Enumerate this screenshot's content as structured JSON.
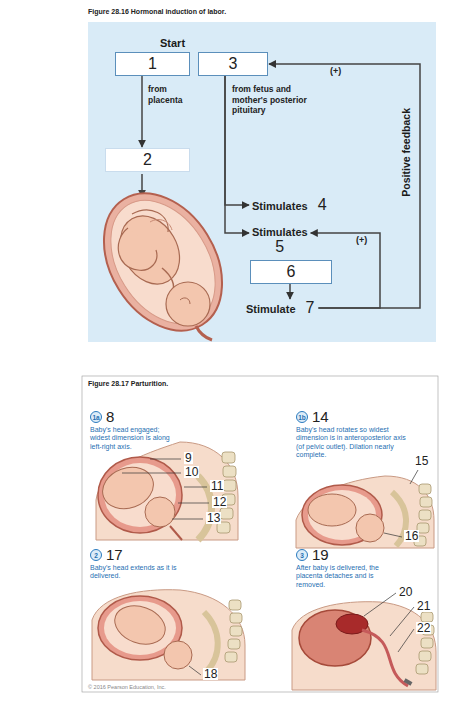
{
  "diagram": {
    "nodes": [
      {
        "text": [
          "1"
        ]
      },
      {
        "text": [
          "3"
        ]
      },
      {
        "text": [
          "2"
        ]
      },
      {
        "text": [
          "Stimulates",
          "4"
        ]
      },
      {
        "text": [
          "Stimulates",
          "5"
        ]
      },
      {
        "text": [
          "6"
        ]
      },
      {
        "text": [
          "Stimulate",
          "7"
        ]
      }
    ],
    "edges": [
      {
        "from": 0,
        "to": 2,
        "arrow": "to"
      },
      {
        "from": 1,
        "to": 3,
        "arrow": "to"
      },
      {
        "from": 1,
        "to": 4,
        "arrow": "to"
      },
      {
        "from": 5,
        "to": 6,
        "arrow": "to"
      },
      {
        "from": 6,
        "to": 1,
        "label": "(+)",
        "arrow": "to"
      },
      {
        "from": 6,
        "to": 4,
        "label": "(+)",
        "arrow": "to"
      }
    ],
    "labels": [
      "Figure 28.16 Hormonal induction of labor.",
      "Start",
      "from placenta",
      "from fetus and mother's posterior pituitary",
      "Positive feedback",
      "Figure 28.17 Parturition.",
      "1a",
      "8",
      "Baby's head engaged; widest dimension is along left-right axis.",
      "9",
      "10",
      "11",
      "12",
      "13",
      "1b",
      "14",
      "Baby's head rotates so widest dimension is in anteroposterior axis (of pelvic outlet). Dilation nearly complete.",
      "15",
      "16",
      "2",
      "17",
      "Baby's head extends as it is delivered.",
      "18",
      "3",
      "19",
      "After baby is delivered, the placenta detaches and is removed.",
      "20",
      "21",
      "22",
      "© 2016 Pearson Education, Inc."
    ]
  }
}
